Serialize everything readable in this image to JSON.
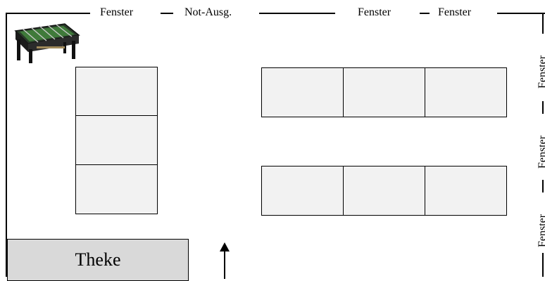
{
  "top_labels": [
    "Fenster",
    "Not-Ausg.",
    "Fenster",
    "Fenster"
  ],
  "right_labels": [
    "Fenster",
    "Fenster",
    "Fenster"
  ],
  "counter_label": "Theke",
  "foosball_icon": "foosball-table-icon",
  "colors": {
    "table_fill": "#f2f2f2",
    "counter_fill": "#d9d9d9",
    "wall": "#000000"
  }
}
